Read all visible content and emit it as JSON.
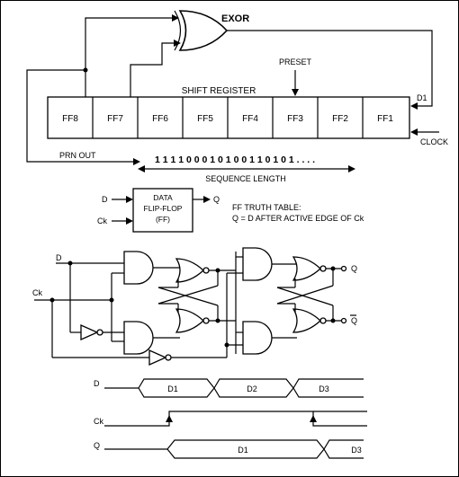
{
  "top": {
    "exor_label": "EXOR",
    "preset_label": "PRESET",
    "register_label": "SHIFT REGISTER",
    "d1_label": "D1",
    "clock_label": "CLOCK",
    "prn_out_label": "PRN OUT",
    "sequence_bits": "1 1 1 1 0 0 0 1 0 1 0 0 1 1 0 1 0 1 . . . .",
    "sequence_length_label": "SEQUENCE LENGTH",
    "cells": [
      "FF8",
      "FF7",
      "FF6",
      "FF5",
      "FF4",
      "FF3",
      "FF2",
      "FF1"
    ]
  },
  "ff_block": {
    "in_d": "D",
    "in_ck": "Ck",
    "out_q": "Q",
    "box_line1": "DATA",
    "box_line2": "FLIP-FLOP",
    "box_line3": "(FF)",
    "truth_title": "FF TRUTH TABLE:",
    "truth_rule": "Q = D AFTER ACTIVE EDGE OF Ck"
  },
  "logic": {
    "d_label": "D",
    "ck_label": "Ck",
    "q_label": "Q",
    "qbar_label": "Q"
  },
  "timing": {
    "d_label": "D",
    "ck_label": "Ck",
    "q_label": "Q",
    "d_values": [
      "D1",
      "D2",
      "D3"
    ],
    "q_values": [
      "D1",
      "D3"
    ]
  }
}
